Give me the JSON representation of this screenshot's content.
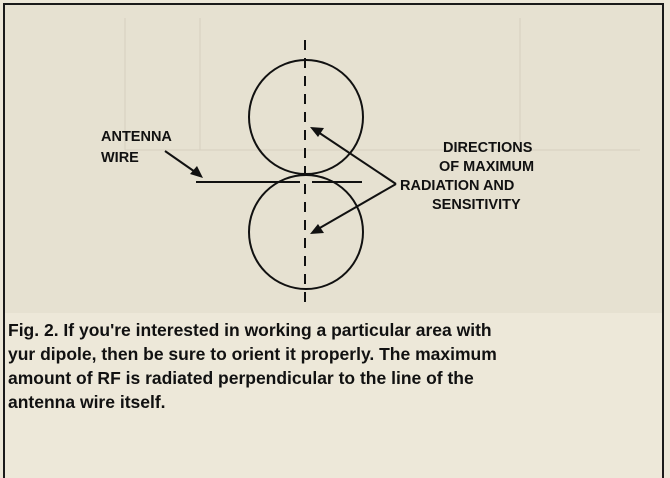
{
  "labels": {
    "antenna_wire_line1": "ANTENNA",
    "antenna_wire_line2": "WIRE",
    "directions_line1": "DIRECTIONS",
    "directions_line2": "OF MAXIMUM",
    "directions_line3": "RADIATION AND",
    "directions_line4": "SENSITIVITY"
  },
  "caption": "Fig. 2. If you're interested in working a particular area with\nyur dipole, then be sure to orient it properly. The maximum\namount of RF is radiated perpendicular to the line of the\nantenna wire itself.",
  "colors": {
    "ink": "#111111",
    "paper": "#ece7d8"
  }
}
